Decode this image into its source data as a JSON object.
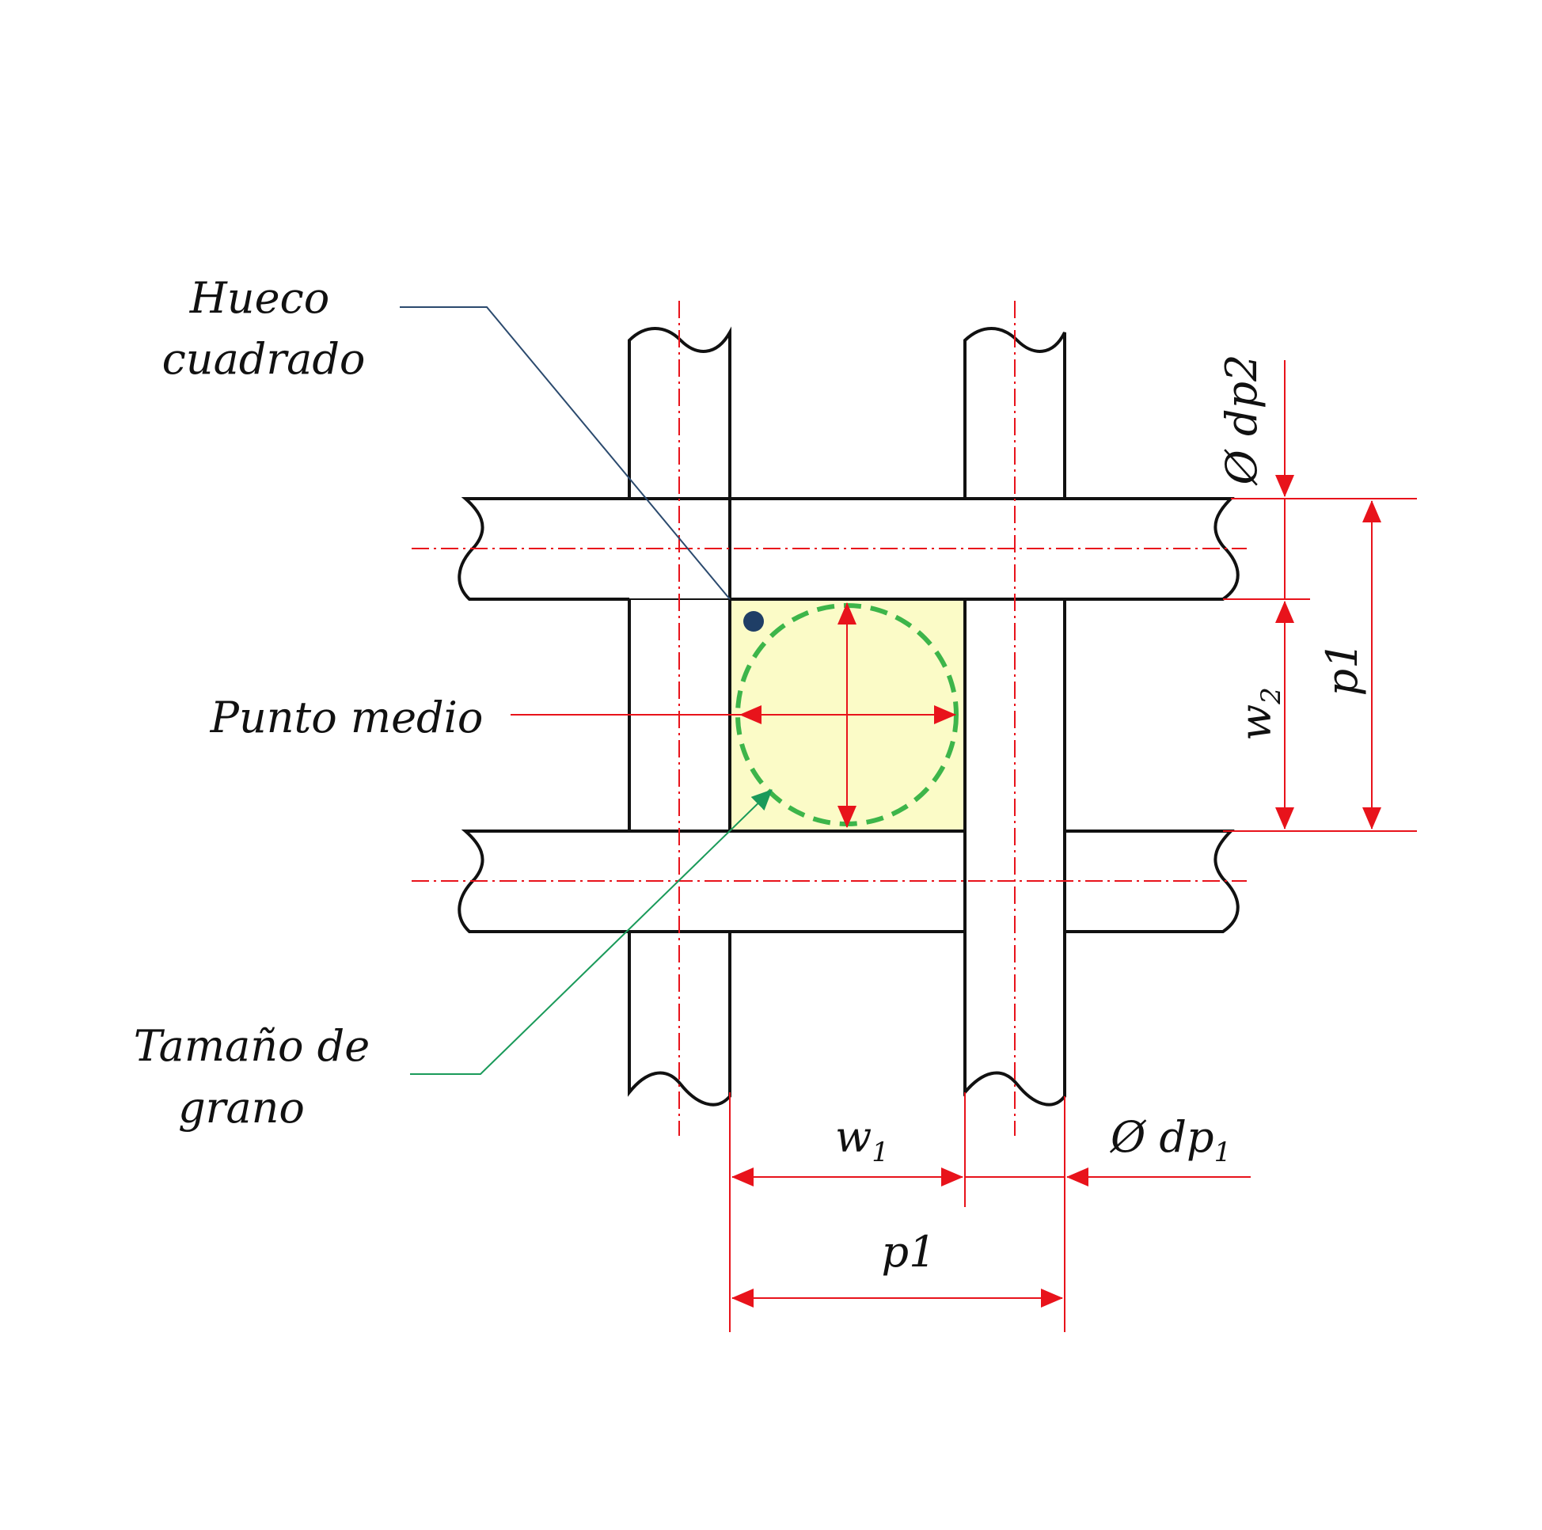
{
  "labels": {
    "hueco_line1": "Hueco",
    "hueco_line2": "cuadrado",
    "punto_medio": "Punto medio",
    "tamano_line1": "Tamaño de",
    "tamano_line2": "grano"
  },
  "dimensions": {
    "w1": {
      "base": "w",
      "sub": "1"
    },
    "w2": {
      "base": "w",
      "sub": "2"
    },
    "p1_horizontal": "p1",
    "p1_vertical": "p1",
    "dp1": {
      "base": "Ø dp",
      "sub": "1"
    },
    "dp2": "Ø dp2"
  },
  "colors": {
    "wire": "#111111",
    "dimension": "#e8131b",
    "opening_fill": "#fbfbc7",
    "grain_circle": "#3db54a",
    "hueco_leader": "#2b4a6e",
    "grain_leader": "#1a9a5a"
  }
}
